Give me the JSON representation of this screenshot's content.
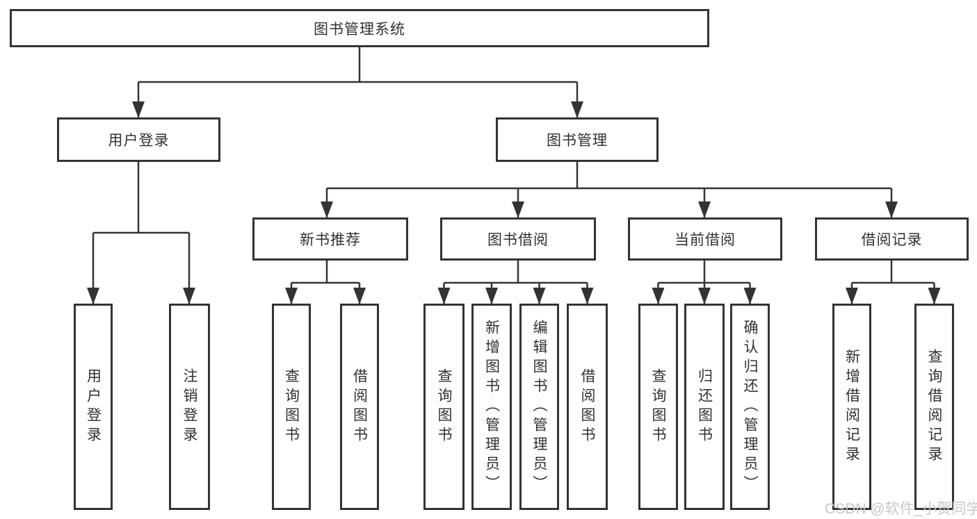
{
  "tree": {
    "root": {
      "label": "图书管理系统"
    },
    "children": [
      {
        "label": "用户登录",
        "children": [
          {
            "label": "用户登录"
          },
          {
            "label": "注销登录"
          }
        ]
      },
      {
        "label": "图书管理",
        "children": [
          {
            "label": "新书推荐",
            "children": [
              {
                "label": "查询图书"
              },
              {
                "label": "借阅图书"
              }
            ]
          },
          {
            "label": "图书借阅",
            "children": [
              {
                "label": "查询图书"
              },
              {
                "label": "新增图书（管理员）"
              },
              {
                "label": "编辑图书（管理员）"
              },
              {
                "label": "借阅图书"
              }
            ]
          },
          {
            "label": "当前借阅",
            "children": [
              {
                "label": "查询图书"
              },
              {
                "label": "归还图书"
              },
              {
                "label": "确认归还（管理员）"
              }
            ]
          },
          {
            "label": "借阅记录",
            "children": [
              {
                "label": "新增借阅记录"
              },
              {
                "label": "查询借阅记录"
              }
            ]
          }
        ]
      }
    ]
  },
  "watermark": {
    "text": "CSDN @软件_小贺同学"
  },
  "colors": {
    "line": "#333333",
    "box_border": "#333333",
    "text": "#2e3135",
    "watermark": "#c4c9cd",
    "background": "#ffffff"
  }
}
